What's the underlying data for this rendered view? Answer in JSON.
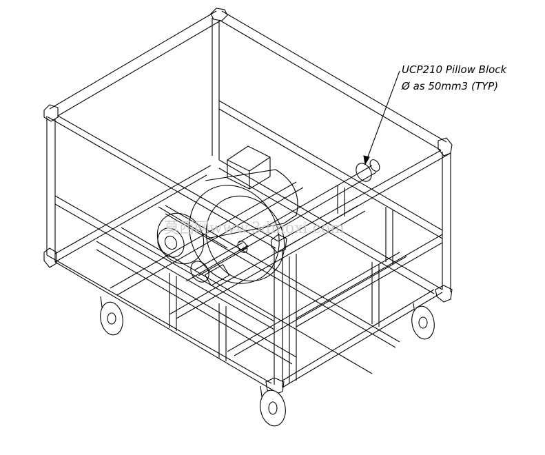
{
  "callout": {
    "line1": "UCP210 Pillow Block",
    "line2": "Ø as 50mm3 (TYP)"
  },
  "watermark": {
    "text": "莫西网www.3dmoxi.com"
  }
}
